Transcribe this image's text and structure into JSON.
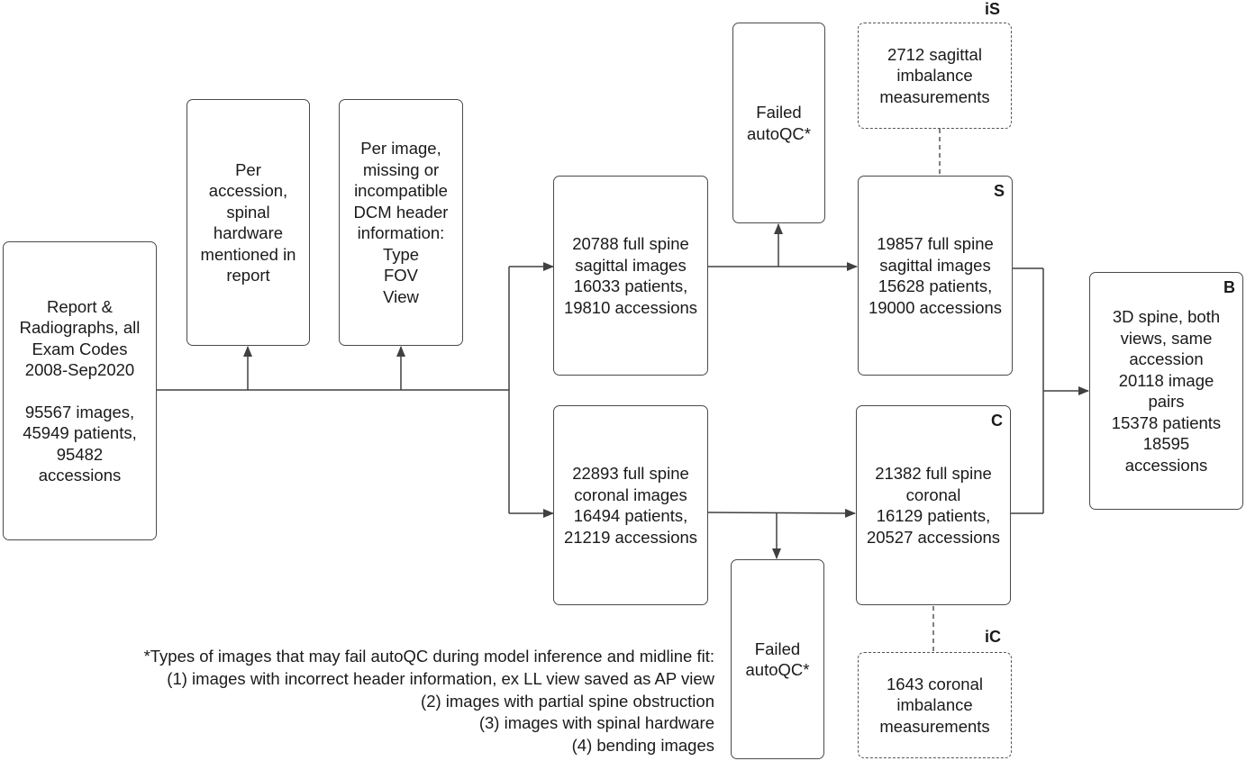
{
  "boxes": {
    "source": {
      "lines": [
        "Report &",
        "Radiographs, all",
        "Exam Codes",
        "2008-Sep2020",
        "",
        "95567 images,",
        "45949 patients,",
        "95482",
        "accessions"
      ]
    },
    "exclusion_hardware": {
      "lines": [
        "Per",
        "accession,",
        "spinal",
        "hardware",
        "mentioned in",
        "report"
      ]
    },
    "exclusion_header": {
      "lines": [
        "Per image,",
        "missing or",
        "incompatible",
        "DCM header",
        "information:",
        "Type",
        "FOV",
        "View"
      ]
    },
    "sagittal": {
      "lines": [
        "20788 full spine",
        "sagittal images",
        "16033 patients,",
        "19810 accessions"
      ]
    },
    "coronal": {
      "lines": [
        "22893 full spine",
        "coronal images",
        "16494 patients,",
        "21219 accessions"
      ]
    },
    "failed_top": {
      "lines": [
        "Failed",
        "autoQC*"
      ]
    },
    "failed_bottom": {
      "lines": [
        "Failed",
        "autoQC*"
      ]
    },
    "set_s": {
      "tag": "S",
      "lines": [
        "19857 full spine",
        "sagittal images",
        "15628 patients,",
        "19000 accessions"
      ]
    },
    "set_c": {
      "tag": "C",
      "lines": [
        "21382 full spine",
        "coronal",
        "16129 patients,",
        "20527 accessions"
      ]
    },
    "set_is": {
      "tag": "iS",
      "lines": [
        "2712 sagittal",
        "imbalance",
        "measurements"
      ]
    },
    "set_ic": {
      "tag": "iC",
      "lines": [
        "1643 coronal",
        "imbalance",
        "measurements"
      ]
    },
    "set_b": {
      "tag": "B",
      "lines": [
        "3D spine, both",
        "views, same",
        "accession",
        "20118 image",
        "pairs",
        "15378 patients",
        "18595",
        "accessions"
      ]
    }
  },
  "footnote": [
    "*Types of images that may fail autoQC during model inference and midline fit:",
    "(1) images with incorrect header information, ex LL view saved as AP view",
    "(2) images with partial spine obstruction",
    "(3) images with spinal hardware",
    "(4) bending images"
  ]
}
